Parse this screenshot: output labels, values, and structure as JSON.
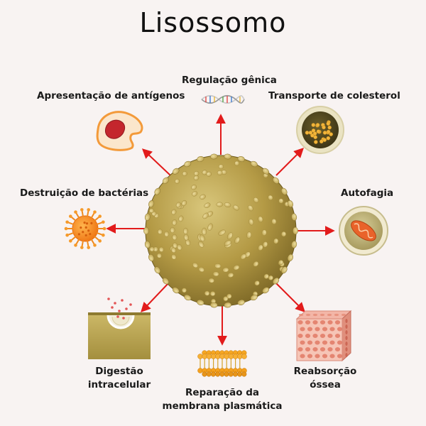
{
  "title": "Lisossomo",
  "functions": {
    "gene_regulation": "Regulação gênica",
    "antigen_presentation": "Apresentação de antígenos",
    "cholesterol_transport": "Transporte de colesterol",
    "bacteria_destruction": "Destruição de bactérias",
    "autophagy": "Autofagia",
    "intracellular_digestion_1": "Digestão",
    "intracellular_digestion_2": "intracelular",
    "bone_resorption_1": "Reabsorção",
    "bone_resorption_2": "óssea",
    "membrane_repair_1": "Reparação da",
    "membrane_repair_2": "membrana plasmática"
  },
  "colors": {
    "arrow": "#e21b1b",
    "lysosome": "#b9a04e",
    "background": "#f8f3f2"
  },
  "icons": [
    "dna-icon",
    "antigen-cell-icon",
    "cholesterol-vesicle-icon",
    "bacterium-icon",
    "autophagy-vesicle-icon",
    "digestion-cell-icon",
    "bone-tissue-icon",
    "membrane-bilayer-icon"
  ]
}
